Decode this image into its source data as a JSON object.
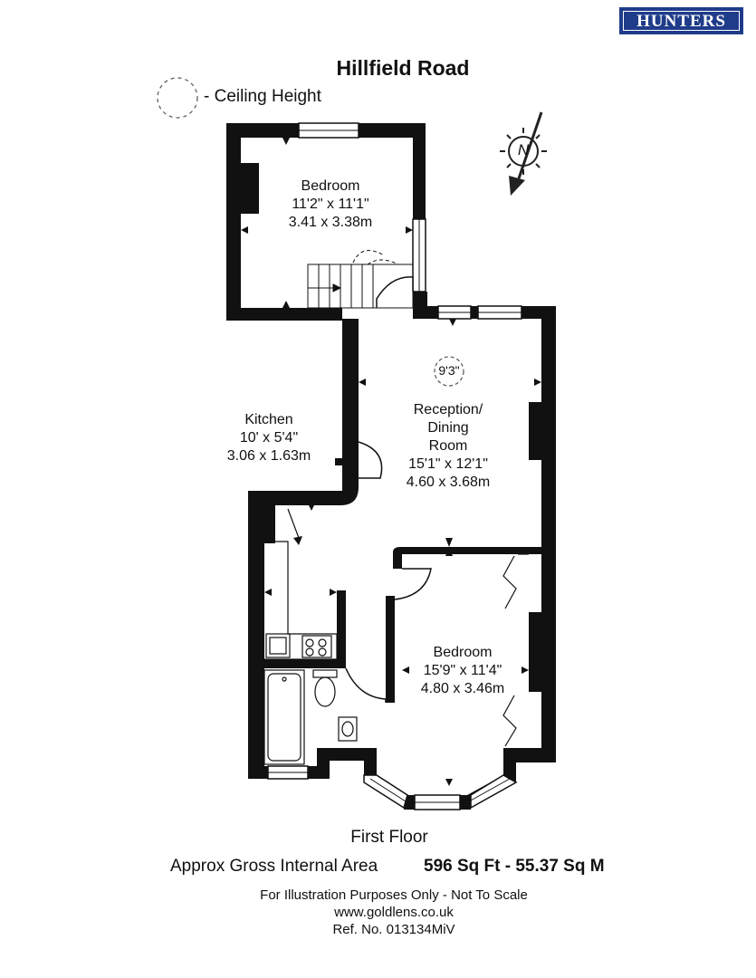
{
  "brand": {
    "name": "HUNTERS",
    "color": "#1f3c8a"
  },
  "title": "Hillfield Road",
  "legend": {
    "label": "- Ceiling Height"
  },
  "rooms": [
    {
      "name": "Bedroom",
      "imperial": "11'2\" x 11'1\"",
      "metric": "3.41 x 3.38m"
    },
    {
      "name": "Reception/",
      "name2": "Dining",
      "name3": "Room",
      "imperial": "15'1\" x 12'1\"",
      "metric": "4.60 x 3.68m"
    },
    {
      "name": "Kitchen",
      "imperial": "10' x 5'4\"",
      "metric": "3.06 x 1.63m"
    },
    {
      "name": "Bedroom",
      "imperial": "15'9\" x 11'4\"",
      "metric": "4.80 x 3.46m"
    }
  ],
  "ceiling_height": "9'3\"",
  "compass": {
    "label": "N",
    "icon": "north-arrow-icon"
  },
  "floor_name": "First Floor",
  "area": {
    "label": "Approx Gross Internal Area",
    "value": "596 Sq Ft  - 55.37 Sq M"
  },
  "footer": {
    "disclaimer": "For Illustration Purposes Only - Not To Scale",
    "website": "www.goldlens.co.uk",
    "reference": "Ref. No. 013134MiV"
  }
}
